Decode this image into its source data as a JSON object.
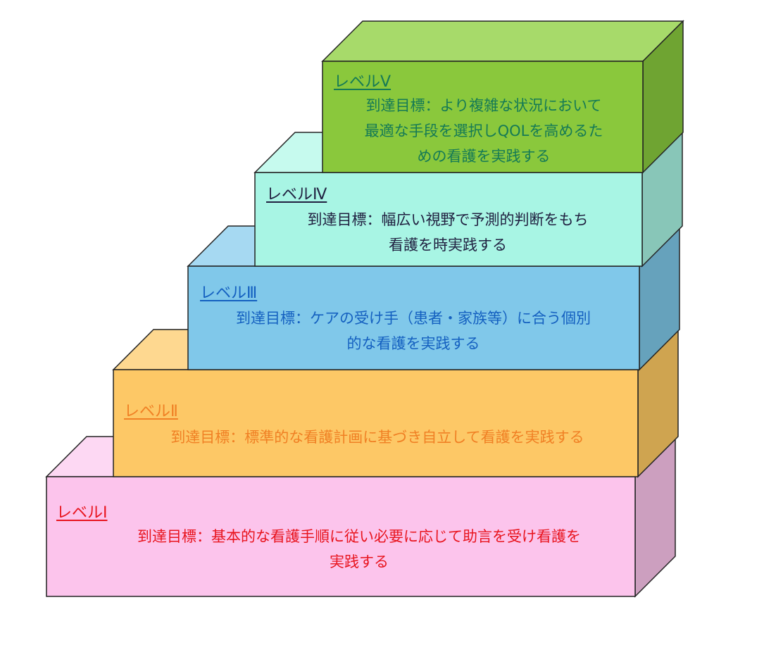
{
  "levels": [
    {
      "id": "level-1",
      "label": "レベルⅠ",
      "goal_lines": [
        "到達目標：基本的な看護手順に従い必要に応じて助言を受け看護を",
        "実践する"
      ],
      "colors": {
        "front": "#fcc4ec",
        "top": "#fdd8f3",
        "side": "#cc9fbf",
        "text": "#e8141e"
      }
    },
    {
      "id": "level-2",
      "label": "レベルⅡ",
      "goal_lines": [
        "到達目標：標準的な看護計画に基づき自立して看護を実践する"
      ],
      "colors": {
        "front": "#fdc866",
        "top": "#fed890",
        "side": "#cfa450",
        "text": "#f08024"
      }
    },
    {
      "id": "level-3",
      "label": "レベルⅢ",
      "goal_lines": [
        "到達目標：ケアの受け手（患者・家族等）に合う個別",
        "的な看護を実践する"
      ],
      "colors": {
        "front": "#80c8ea",
        "top": "#a6d9f2",
        "side": "#66a2bc",
        "text": "#1460c0"
      }
    },
    {
      "id": "level-4",
      "label": "レベルⅣ",
      "goal_lines": [
        "到達目標：幅広い視野で予測的判断をもち",
        "看護を時実践する"
      ],
      "colors": {
        "front": "#a8f5e4",
        "top": "#c6faee",
        "side": "#88c6b8",
        "text": "#202040"
      }
    },
    {
      "id": "level-5",
      "label": "レベルⅤ",
      "goal_lines": [
        "到達目標：より複雑な状況において",
        "最適な手段を選択しQOLを高めるた",
        "めの看護を実践する"
      ],
      "colors": {
        "front": "#8ac83c",
        "top": "#a7da6a",
        "side": "#6fa432",
        "text": "#157a55"
      }
    }
  ],
  "outline_color": "#222222"
}
